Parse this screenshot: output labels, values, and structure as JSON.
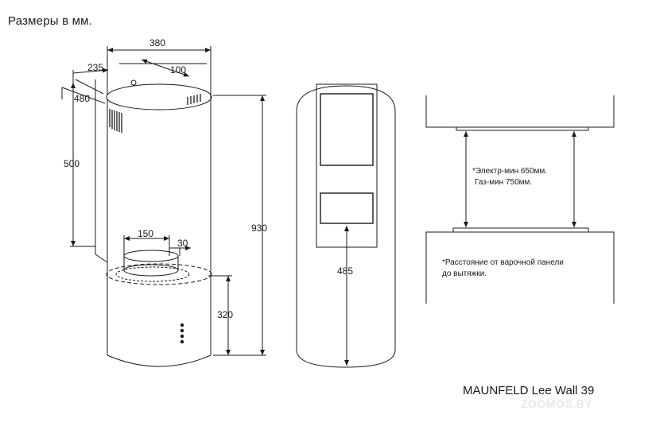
{
  "header": {
    "title": "Размеры в мм."
  },
  "dimensions": {
    "width_total": "380",
    "depth_mount": "235",
    "duct_depth": "100",
    "mount_height": "480",
    "upper_height": "500",
    "total_height": "930",
    "outlet_diameter": "150",
    "outlet_collar": "30",
    "base_height": "320",
    "front_height": "485"
  },
  "installation_note": {
    "line1": "*Электр-мин 650мм.",
    "line2": "Газ-мин 750мм.",
    "line3": "*Расстояние от варочной панели",
    "line4": "до вытяжки."
  },
  "footer": {
    "model": "MAUNFELD Lee Wall 39"
  },
  "watermark": "ZOOMOS.BY"
}
